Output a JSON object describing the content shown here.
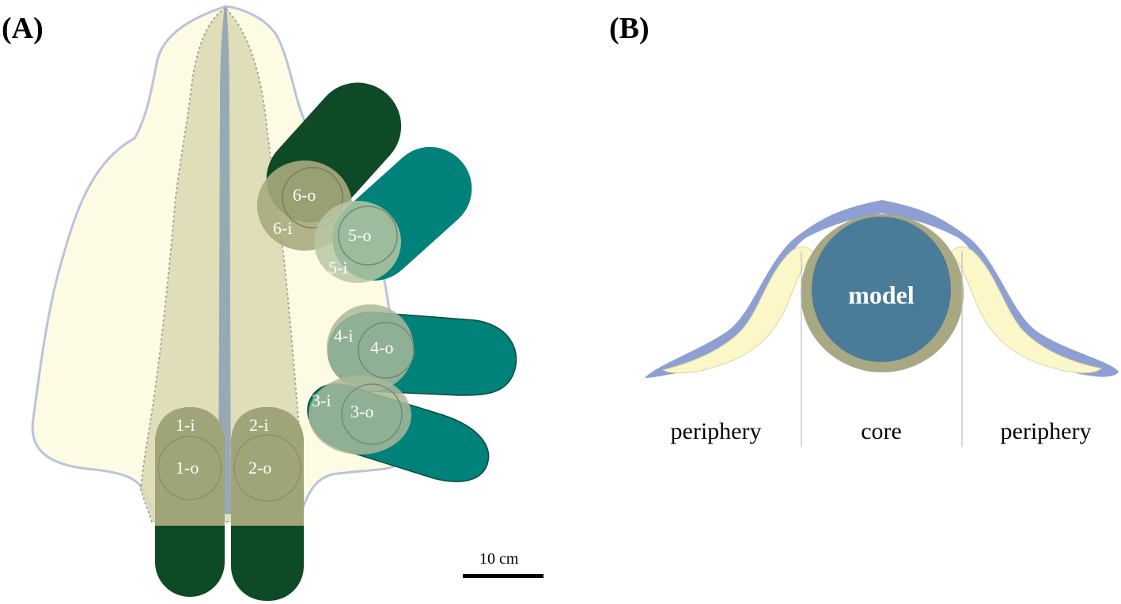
{
  "panel_a": {
    "label": "(A)",
    "scale_bar": "10 cm",
    "pads": [
      {
        "inner": "1-i",
        "outer": "1-o"
      },
      {
        "inner": "2-i",
        "outer": "2-o"
      },
      {
        "inner": "3-i",
        "outer": "3-o"
      },
      {
        "inner": "4-i",
        "outer": "4-o"
      },
      {
        "inner": "5-i",
        "outer": "5-o"
      },
      {
        "inner": "6-i",
        "outer": "6-o"
      }
    ]
  },
  "panel_b": {
    "label": "(B)",
    "model": "model",
    "regions": {
      "left": "periphery",
      "center": "core",
      "right": "periphery"
    }
  },
  "colors": {
    "skin_outline": "#b9bfdc",
    "skin_fill": "#fdfbe2",
    "core_zone": "#dcdab2",
    "spine": "#8fa3b5",
    "pad_dark_green": "#0e4a26",
    "pad_teal": "#00817a",
    "pad_overlap": "#a8aa7c",
    "model_blue": "#4a7b98",
    "model_ring": "#a8a882",
    "cover_blue": "#8d9fd3",
    "cover_inner": "#fbf7c8"
  }
}
